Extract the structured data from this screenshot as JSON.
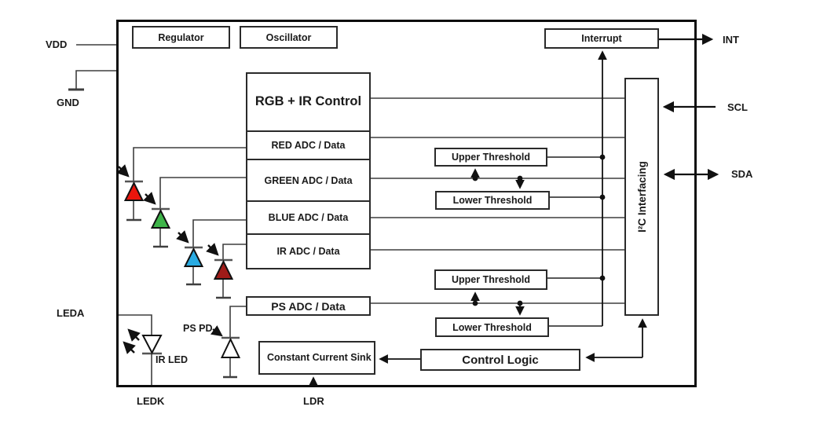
{
  "pins": {
    "vdd": "VDD",
    "gnd": "GND",
    "leda": "LEDA",
    "ledk": "LEDK",
    "ldr": "LDR",
    "int": "INT",
    "scl": "SCL",
    "sda": "SDA"
  },
  "blocks": {
    "regulator": "Regulator",
    "oscillator": "Oscillator",
    "rgb_ir_control": "RGB + IR Control",
    "red_adc": "RED ADC / Data",
    "green_adc": "GREEN ADC / Data",
    "blue_adc": "BLUE ADC / Data",
    "ir_adc": "IR ADC / Data",
    "ps_adc": "PS ADC / Data",
    "upper_threshold": "Upper Threshold",
    "lower_threshold": "Lower Threshold",
    "interrupt": "Interrupt",
    "i2c_interfacing": "I²C Interfacing",
    "control_logic": "Control Logic",
    "constant_current_sink": "Constant Current Sink"
  },
  "components": {
    "ir_led": "IR LED",
    "ps_pd": "PS PD"
  },
  "colors": {
    "red_photodiode": "#ea150c",
    "green_photodiode": "#3eb449",
    "blue_photodiode": "#29abe2",
    "ir_photodiode": "#a01b18",
    "wire": "#3f3f3f",
    "arrow": "#111111"
  }
}
